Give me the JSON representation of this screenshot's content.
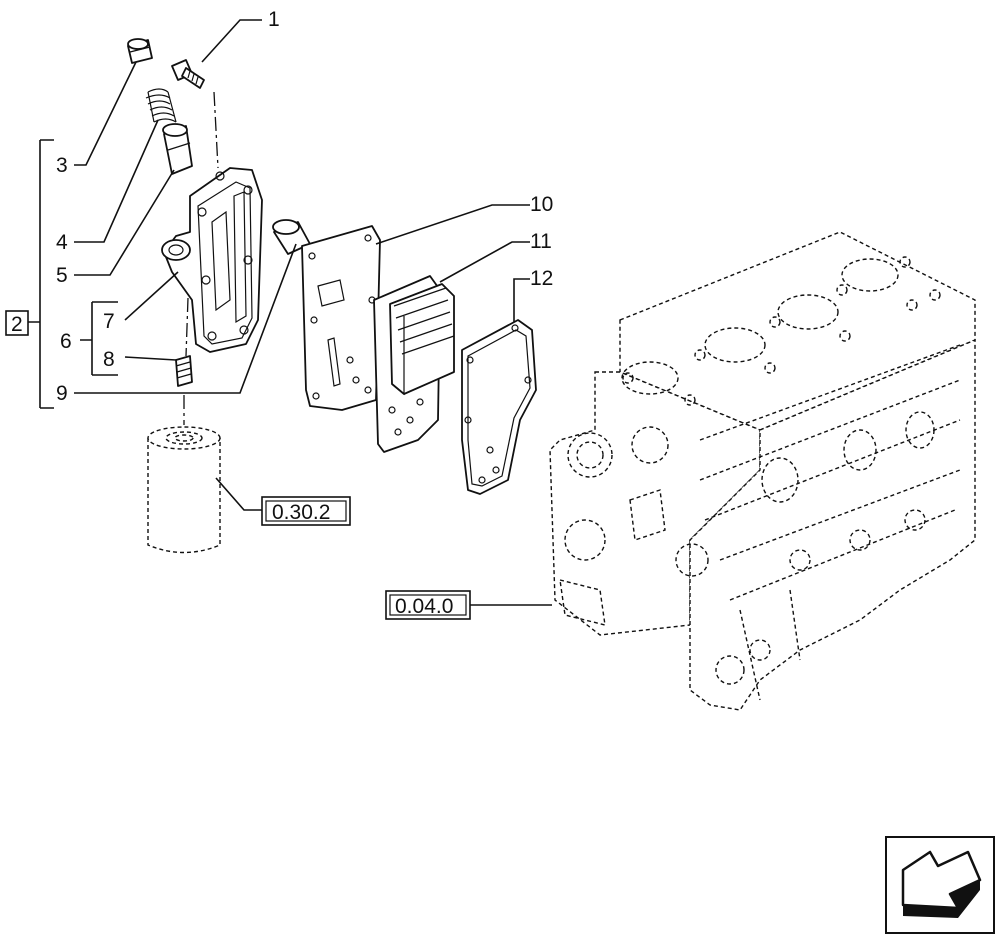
{
  "callouts": {
    "c1": "1",
    "c2": "2",
    "c3": "3",
    "c4": "4",
    "c5": "5",
    "c6": "6",
    "c7": "7",
    "c8": "8",
    "c9": "9",
    "c10": "10",
    "c11": "11",
    "c12": "12"
  },
  "references": {
    "filter_ref": "0.30.2",
    "engine_ref": "0.04.0"
  },
  "icons": {
    "nav": "back-arrow-icon"
  }
}
